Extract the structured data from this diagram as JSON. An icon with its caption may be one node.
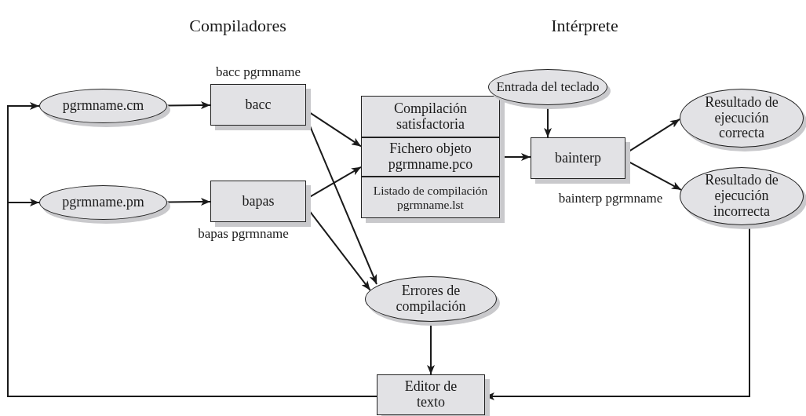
{
  "diagram": {
    "nodes": [
      {
        "text": [
          "pgrmname.cm"
        ]
      },
      {
        "text": [
          "pgrmname.pm"
        ]
      },
      {
        "text": [
          "bacc"
        ],
        "beside": [
          "bacc pgrmname"
        ]
      },
      {
        "text": [
          "bapas"
        ],
        "beside": [
          "bapas pgrmname"
        ]
      },
      {
        "text": [
          "Compilación satisfactoria"
        ]
      },
      {
        "text": [
          "Fichero objeto pgrmname.pco"
        ]
      },
      {
        "text": [
          "Listado de compilación pgrmname.lst"
        ]
      },
      {
        "text": [
          "Entrada del teclado"
        ]
      },
      {
        "text": [
          "bainterp"
        ],
        "beside": [
          "bainterp pgrmname"
        ]
      },
      {
        "text": [
          "Resultado de ejecución correcta"
        ]
      },
      {
        "text": [
          "Resultado de ejecución incorrecta"
        ]
      },
      {
        "text": [
          "Errores de compilación"
        ]
      },
      {
        "text": [
          "Editor de texto"
        ]
      }
    ],
    "edges": [
      {
        "from": 0,
        "to": 2,
        "arrow": "to"
      },
      {
        "from": 1,
        "to": 3,
        "arrow": "to"
      },
      {
        "from": 2,
        "to": 5,
        "arrow": "to"
      },
      {
        "from": 2,
        "to": 11,
        "arrow": "to"
      },
      {
        "from": 3,
        "to": 5,
        "arrow": "to"
      },
      {
        "from": 3,
        "to": 11,
        "arrow": "to"
      },
      {
        "from": 5,
        "to": 8,
        "arrow": "to"
      },
      {
        "from": 7,
        "to": 8,
        "arrow": "to"
      },
      {
        "from": 8,
        "to": 9,
        "arrow": "to"
      },
      {
        "from": 8,
        "to": 10,
        "arrow": "to"
      },
      {
        "from": 11,
        "to": 12,
        "arrow": "to"
      },
      {
        "from": 10,
        "to": 12,
        "arrow": "to"
      },
      {
        "from": 12,
        "to": 0,
        "arrow": "to"
      },
      {
        "from": 12,
        "to": 1,
        "arrow": "to"
      }
    ],
    "labels": [
      "Compiladores",
      "Intérprete"
    ]
  }
}
